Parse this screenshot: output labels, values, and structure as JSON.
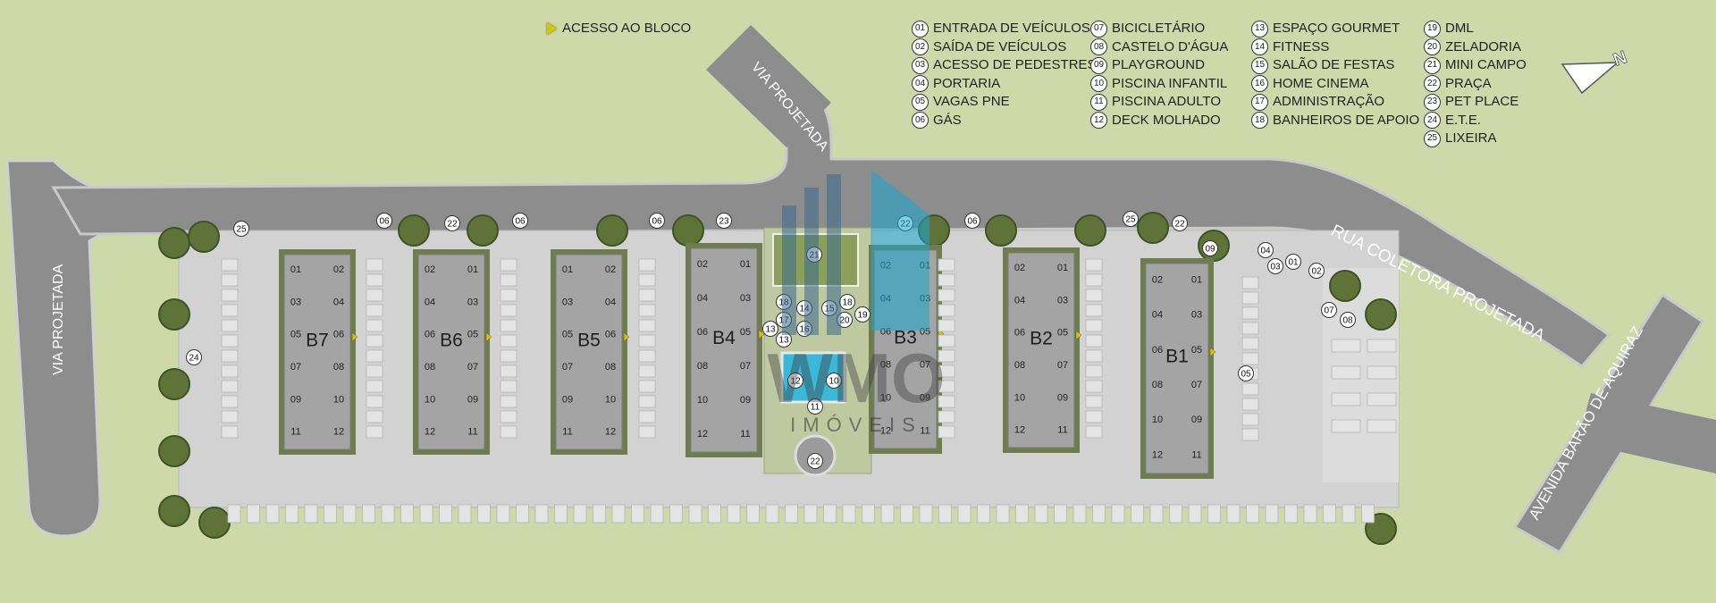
{
  "legend_access": "ACESSO AO BLOCO",
  "legend": [
    {
      "num": "01",
      "label": "ENTRADA DE VEÍCULOS"
    },
    {
      "num": "02",
      "label": "SAÍDA DE VEÍCULOS"
    },
    {
      "num": "03",
      "label": "ACESSO DE PEDESTRES"
    },
    {
      "num": "04",
      "label": "PORTARIA"
    },
    {
      "num": "05",
      "label": "VAGAS PNE"
    },
    {
      "num": "06",
      "label": "GÁS"
    },
    {
      "num": "07",
      "label": "BICICLETÁRIO"
    },
    {
      "num": "08",
      "label": "CASTELO D'ÁGUA"
    },
    {
      "num": "09",
      "label": "PLAYGROUND"
    },
    {
      "num": "10",
      "label": "PISCINA INFANTIL"
    },
    {
      "num": "11",
      "label": "PISCINA ADULTO"
    },
    {
      "num": "12",
      "label": "DECK MOLHADO"
    },
    {
      "num": "13",
      "label": "ESPAÇO GOURMET"
    },
    {
      "num": "14",
      "label": "FITNESS"
    },
    {
      "num": "15",
      "label": "SALÃO DE FESTAS"
    },
    {
      "num": "16",
      "label": "HOME CINEMA"
    },
    {
      "num": "17",
      "label": "ADMINISTRAÇÃO"
    },
    {
      "num": "18",
      "label": "BANHEIROS DE APOIO"
    },
    {
      "num": "19",
      "label": "DML"
    },
    {
      "num": "20",
      "label": "ZELADORIA"
    },
    {
      "num": "21",
      "label": "MINI CAMPO"
    },
    {
      "num": "22",
      "label": "PRAÇA"
    },
    {
      "num": "23",
      "label": "PET PLACE"
    },
    {
      "num": "24",
      "label": "E.T.E."
    },
    {
      "num": "25",
      "label": "LIXEIRA"
    }
  ],
  "roads": {
    "via_projetada_left": "VIA PROJETADA",
    "via_projetada_top": "VIA PROJETADA",
    "rua_coletora": "RUA COLETORA PROJETADA",
    "avenida": "AVENIDA BARÃO DE AQUIRAZ"
  },
  "compass": "N",
  "watermark": {
    "logo": "WMO",
    "sub": "IMÓVEIS"
  },
  "blocks": [
    {
      "name": "B7",
      "units_left": [
        "01",
        "03",
        "05",
        "07",
        "09",
        "11"
      ],
      "units_right": [
        "02",
        "04",
        "06",
        "08",
        "10",
        "12"
      ]
    },
    {
      "name": "B6",
      "units_left": [
        "02",
        "04",
        "06",
        "08",
        "10",
        "12"
      ],
      "units_right": [
        "01",
        "03",
        "05",
        "07",
        "09",
        "11"
      ]
    },
    {
      "name": "B5",
      "units_left": [
        "01",
        "03",
        "05",
        "07",
        "09",
        "11"
      ],
      "units_right": [
        "02",
        "04",
        "06",
        "08",
        "10",
        "12"
      ]
    },
    {
      "name": "B4",
      "units_left": [
        "02",
        "04",
        "06",
        "08",
        "10",
        "12"
      ],
      "units_right": [
        "01",
        "03",
        "05",
        "07",
        "09",
        "11"
      ]
    },
    {
      "name": "B3",
      "units_left": [
        "02",
        "04",
        "06",
        "08",
        "10",
        "12"
      ],
      "units_right": [
        "01",
        "03",
        "05",
        "07",
        "09",
        "11"
      ]
    },
    {
      "name": "B2",
      "units_left": [
        "02",
        "04",
        "06",
        "08",
        "10",
        "12"
      ],
      "units_right": [
        "01",
        "03",
        "05",
        "07",
        "09",
        "11"
      ]
    },
    {
      "name": "B1",
      "units_left": [
        "02",
        "04",
        "06",
        "08",
        "10",
        "12"
      ],
      "units_right": [
        "01",
        "03",
        "05",
        "07",
        "09",
        "11"
      ]
    }
  ],
  "markers": [
    "25",
    "06",
    "22",
    "06",
    "06",
    "23",
    "22",
    "06",
    "25",
    "22",
    "09",
    "04",
    "03",
    "01",
    "02",
    "07",
    "08",
    "05",
    "24",
    "21",
    "18",
    "17",
    "14",
    "15",
    "16",
    "18",
    "20",
    "19",
    "13",
    "13",
    "12",
    "10",
    "11",
    "22"
  ],
  "colors": {
    "grass": "#cfd8a9",
    "road": "#8d8d8d",
    "road_edge": "#c9c9c9",
    "paving": "#d2d2d2",
    "building": "#a4a4a4",
    "unit": "#bcbcbc",
    "pool": "#3bb7d8",
    "accent": "#d6c400"
  }
}
